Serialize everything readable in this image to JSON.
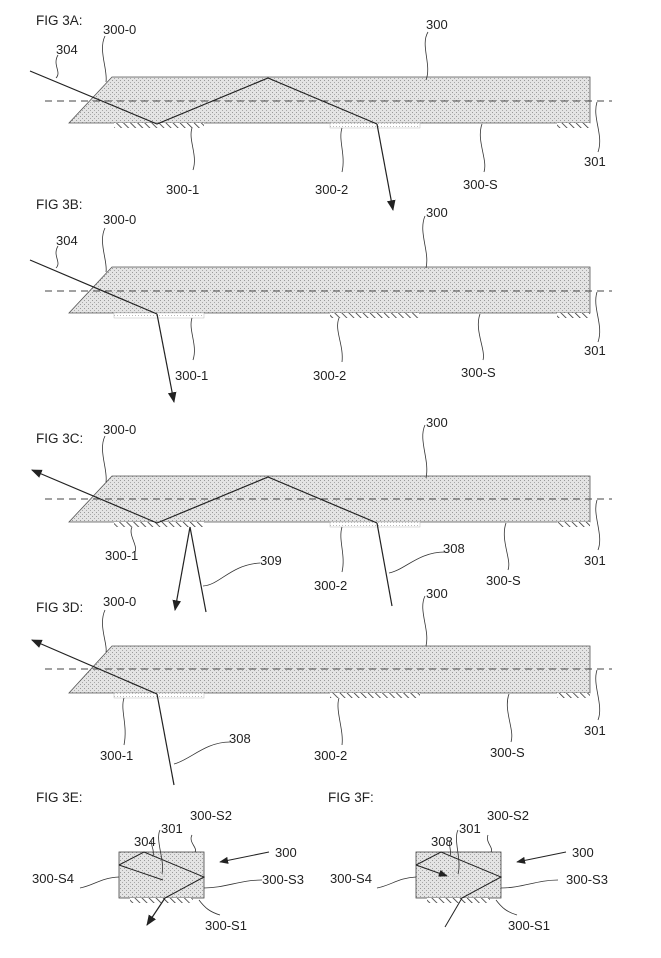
{
  "figures": {
    "a": {
      "title": "FIG 3A:",
      "labels": {
        "face": "300-0",
        "ray": "304",
        "body": "300",
        "coupler1": "300-1",
        "coupler2": "300-2",
        "surface": "300-S",
        "axis": "301"
      }
    },
    "b": {
      "title": "FIG 3B:",
      "labels": {
        "face": "300-0",
        "ray": "304",
        "body": "300",
        "coupler1": "300-1",
        "coupler2": "300-2",
        "surface": "300-S",
        "axis": "301"
      }
    },
    "c": {
      "title": "FIG 3C:",
      "labels": {
        "face": "300-0",
        "body": "300",
        "coupler1": "300-1",
        "coupler2": "300-2",
        "surface": "300-S",
        "axis": "301",
        "ray309": "309",
        "ray308": "308"
      }
    },
    "d": {
      "title": "FIG 3D:",
      "labels": {
        "face": "300-0",
        "body": "300",
        "coupler1": "300-1",
        "coupler2": "300-2",
        "surface": "300-S",
        "axis": "301",
        "ray308": "308"
      }
    },
    "e": {
      "title": "FIG 3E:",
      "labels": {
        "ray": "304",
        "axis": "301",
        "s2": "300-S2",
        "body": "300",
        "s4": "300-S4",
        "s3": "300-S3",
        "s1": "300-S1"
      }
    },
    "f": {
      "title": "FIG 3F:",
      "labels": {
        "ray": "308",
        "axis": "301",
        "s2": "300-S2",
        "body": "300",
        "s4": "300-S4",
        "s3": "300-S3",
        "s1": "300-S1"
      }
    }
  },
  "colors": {
    "fill": "#d9d9d9",
    "line": "#222222"
  }
}
